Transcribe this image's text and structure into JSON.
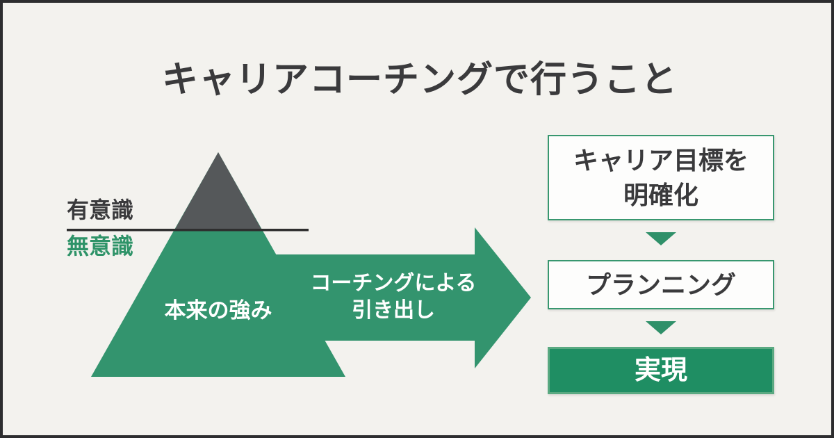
{
  "title": "キャリアコーチングで行うこと",
  "iceberg": {
    "conscious_label": "有意識",
    "unconscious_label": "無意識",
    "strength_label": "本来の強み"
  },
  "arrow": {
    "label": "コーチングによる\n引き出し"
  },
  "flow": {
    "steps": [
      {
        "id": "goal",
        "label": "キャリア目標を\n明確化",
        "style": "outline"
      },
      {
        "id": "planning",
        "label": "プランニング",
        "style": "outline"
      },
      {
        "id": "realization",
        "label": "実現",
        "style": "filled"
      }
    ]
  },
  "colors": {
    "background": "#f3f2ee",
    "frame": "#2d2d2f",
    "main_green": "#33946e",
    "unconscious_text_green": "#2e9368",
    "conscious_peak_gray": "#55585a",
    "waterline": "#2e2e2e",
    "dark_text": "#3a3a3c",
    "box_background": "#fdfdfc",
    "box_border_green": "#38976f",
    "realization_background": "#1f8e63",
    "realization_border": "#5aa981",
    "white_text": "#ffffff"
  }
}
